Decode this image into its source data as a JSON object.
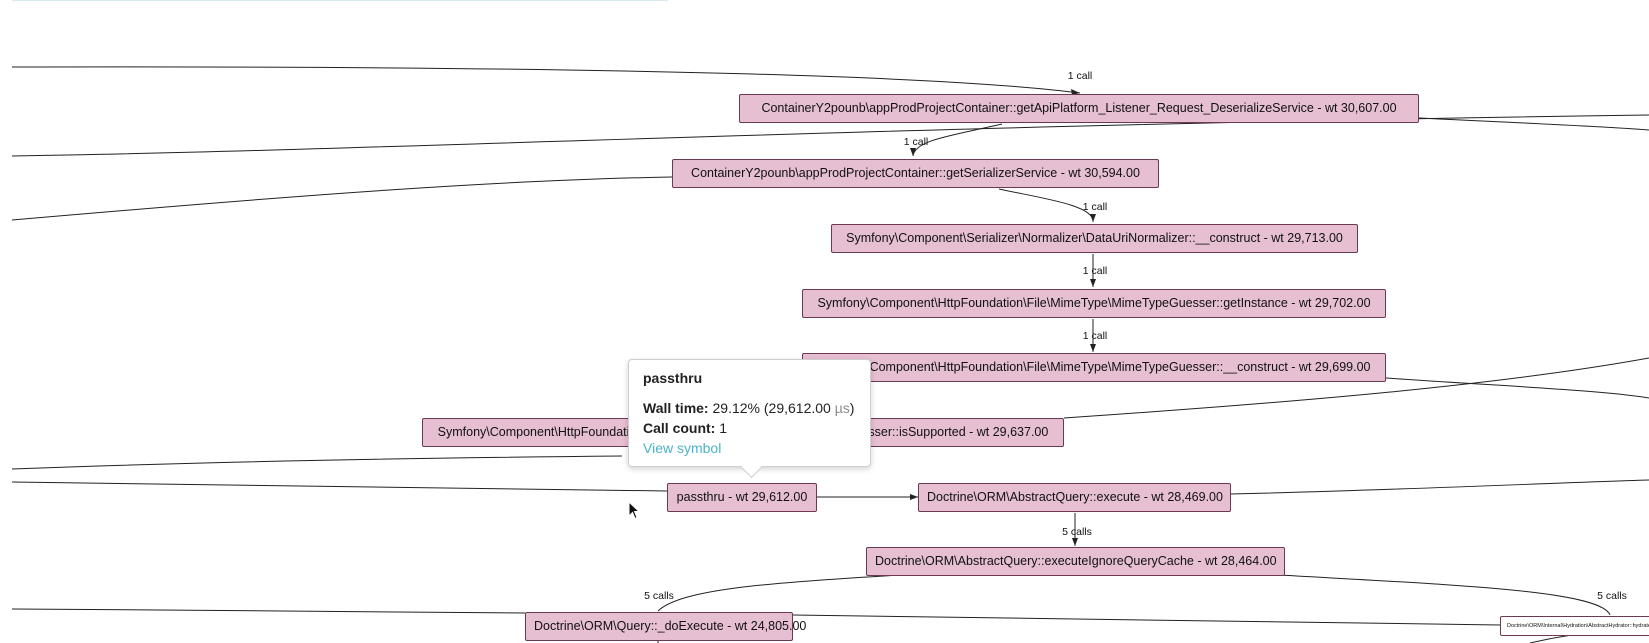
{
  "graph": {
    "nodes": [
      {
        "id": "n1",
        "label": "ContainerY2pounb\\appProdProjectContainer::getApiPlatform_Listener_Request_DeserializeService - wt 30,607.00"
      },
      {
        "id": "n2",
        "label": "ContainerY2pounb\\appProdProjectContainer::getSerializerService - wt 30,594.00"
      },
      {
        "id": "n3",
        "label": "Symfony\\Component\\Serializer\\Normalizer\\DataUriNormalizer::__construct - wt 29,713.00"
      },
      {
        "id": "n4",
        "label": "Symfony\\Component\\HttpFoundation\\File\\MimeType\\MimeTypeGuesser::getInstance - wt 29,702.00"
      },
      {
        "id": "n5",
        "label": "Symfony\\Component\\HttpFoundation\\File\\MimeType\\MimeTypeGuesser::__construct - wt 29,699.00"
      },
      {
        "id": "n6",
        "label": "Symfony\\Component\\HttpFoundation\\File\\MimeType\\FileBinaryMimeTypeGuesser::isSupported - wt 29,637.00"
      },
      {
        "id": "n7",
        "label": "passthru - wt 29,612.00"
      },
      {
        "id": "n8",
        "label": "Doctrine\\ORM\\AbstractQuery::execute - wt 28,469.00"
      },
      {
        "id": "n9",
        "label": "Doctrine\\ORM\\AbstractQuery::executeIgnoreQueryCache - wt 28,464.00"
      },
      {
        "id": "n10",
        "label": "Doctrine\\ORM\\Query::_doExecute - wt 24,805.00"
      },
      {
        "id": "n11",
        "label": "Doctrine\\ORM\\Internal\\Hydration\\AbstractHydrator::hydrateAll"
      }
    ],
    "edge_labels": [
      {
        "id": "e1",
        "label": "1 call"
      },
      {
        "id": "e2",
        "label": "1 call"
      },
      {
        "id": "e3",
        "label": "1 call"
      },
      {
        "id": "e4",
        "label": "1 call"
      },
      {
        "id": "e5",
        "label": "1 call"
      },
      {
        "id": "e6",
        "label": "5 calls"
      },
      {
        "id": "e7",
        "label": "5 calls"
      },
      {
        "id": "e8",
        "label": "5 calls"
      }
    ]
  },
  "tooltip": {
    "title": "passthru",
    "wall_time_label": "Wall time:",
    "wall_time_value": "29.12% (29,612.00",
    "wall_time_unit": "µs",
    "wall_time_close": ")",
    "call_count_label": "Call count:",
    "call_count_value": "1",
    "link_label": "View symbol"
  },
  "colors": {
    "node_fill": "#e6bfd2",
    "node_border": "#6b3a52",
    "link": "#4bb3c9"
  }
}
